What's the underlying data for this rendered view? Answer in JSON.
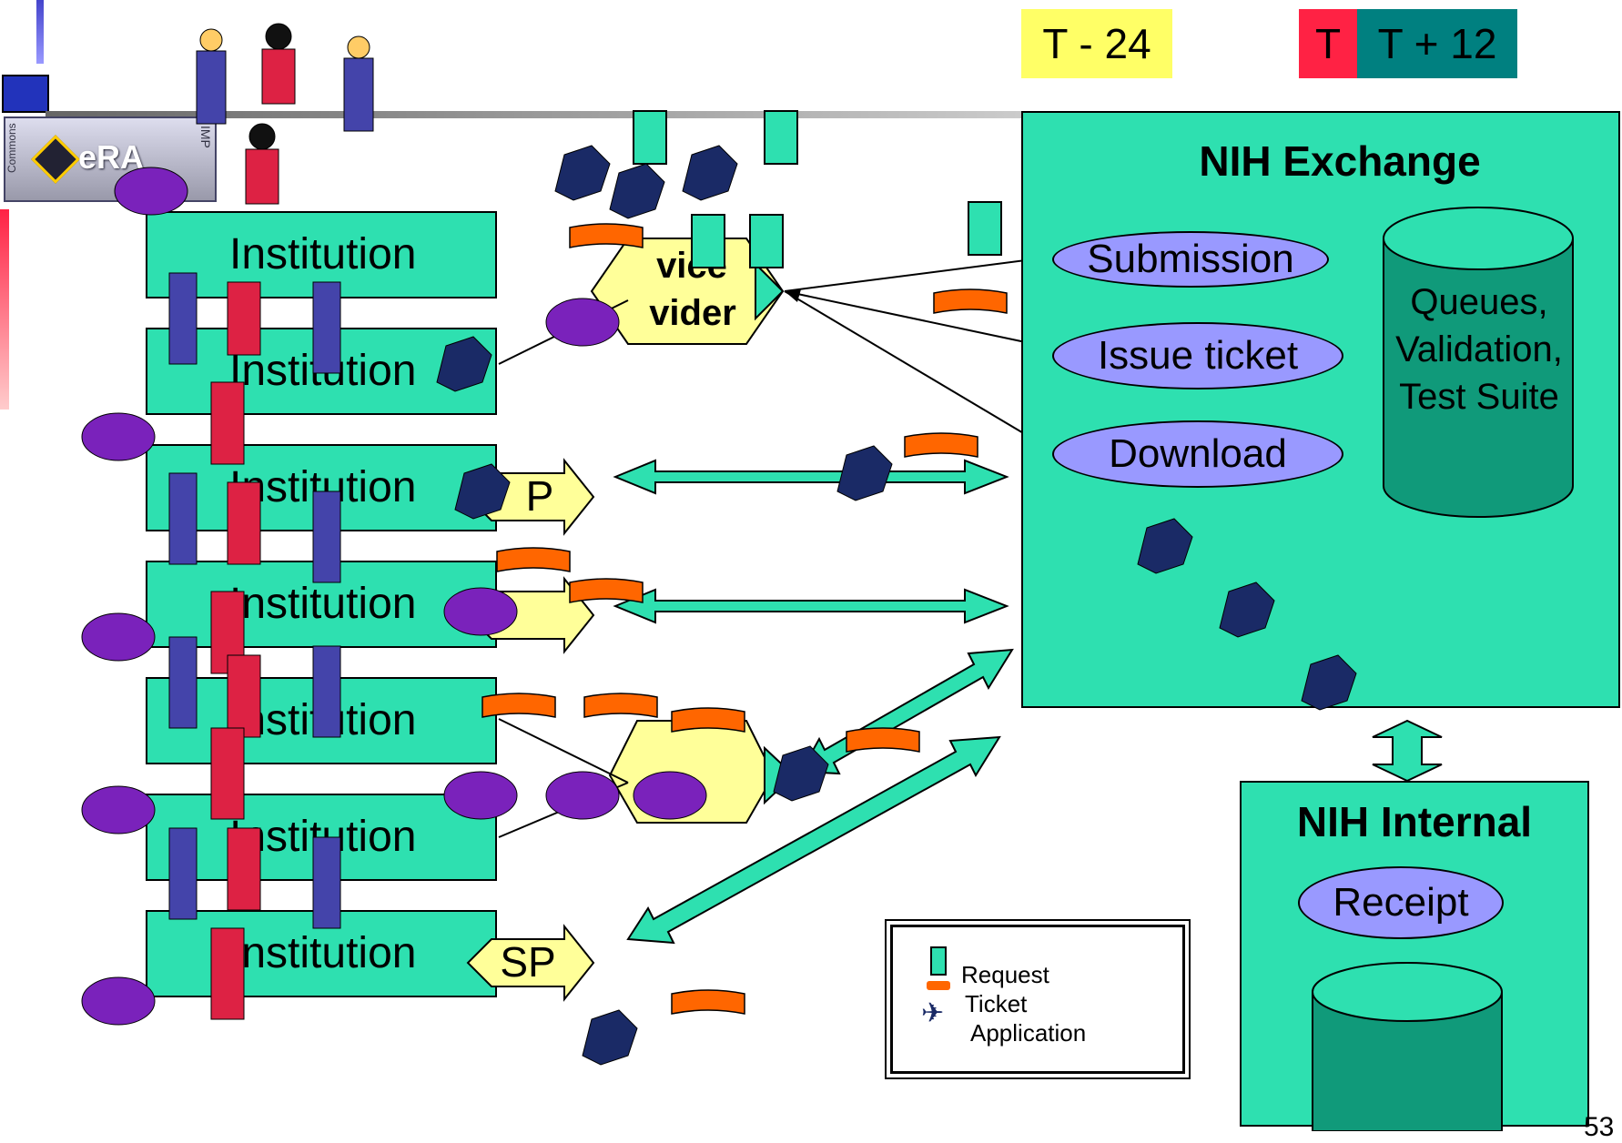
{
  "timeline": {
    "t_minus": "T - 24",
    "t": "T",
    "t_plus": "T + 12"
  },
  "logo": {
    "text": "eRA",
    "side_text": "Commons",
    "side_text_right": "IMP"
  },
  "institutions": [
    "Institution",
    "Institution",
    "Institution",
    "Institution",
    "Institution",
    "Institution",
    "Institution"
  ],
  "service_provider": {
    "line1": "vice",
    "line2": "vider",
    "sp_label": "SP",
    "sp_label_partial": "P"
  },
  "exchange": {
    "title": "NIH Exchange",
    "submission": "Submission",
    "issue_ticket": "Issue ticket",
    "download": "Download",
    "queue_line1": "Queues,",
    "queue_line2": "Validation,",
    "queue_line3": "Test Suite"
  },
  "internal": {
    "title": "NIH Internal",
    "receipt": "Receipt"
  },
  "legend": {
    "request": "Request",
    "ticket": "Ticket",
    "application": "Application"
  },
  "page_number": "53",
  "colors": {
    "teal": "#2ee0b0",
    "lavender": "#9999ff",
    "yellow": "#ffff66",
    "red": "#ff2244",
    "dark_teal": "#008080",
    "navy": "#1a2a66",
    "orange": "#ff6600"
  }
}
